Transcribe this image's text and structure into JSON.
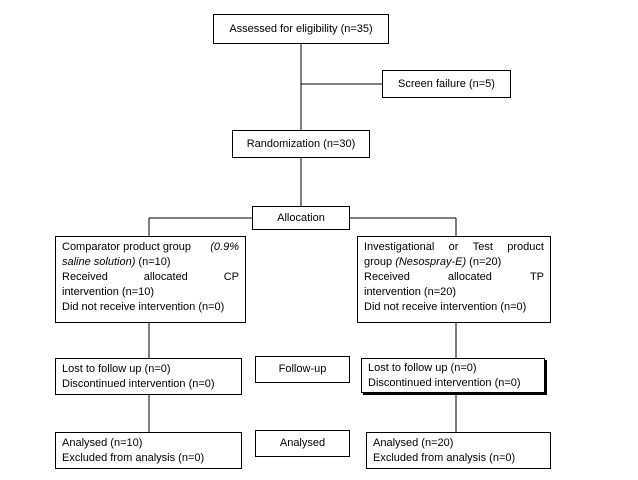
{
  "eligibility": "Assessed for eligibility (n=35)",
  "screen_failure": "Screen failure (n=5)",
  "randomization": "Randomization (n=30)",
  "allocation": "Allocation",
  "follow_up": "Follow-up",
  "analysed": "Analysed",
  "comparator": {
    "line1_a": "Comparator product group ",
    "line1_b": "(0.9%",
    "line2_a": "saline solution)",
    "line2_b": " (n=10)",
    "line3_a": "Received",
    "line3_b": "allocated",
    "line3_c": "CP",
    "line4": "intervention (n=10)",
    "line5": "Did not receive intervention (n=0)",
    "lost": "Lost to follow up (n=0)",
    "discontinued": "Discontinued intervention (n=0)",
    "analysed": "Analysed (n=10)",
    "excluded": "Excluded from analysis (n=0)"
  },
  "investigational": {
    "line1_a": "Investigational",
    "line1_b": "or",
    "line1_c": "Test",
    "line1_d": "product",
    "line2_a": "group ",
    "line2_b": "(Nesospray-E)",
    "line2_c": " (n=20)",
    "line3_a": "Received",
    "line3_b": "allocated",
    "line3_c": "TP",
    "line4": "intervention (n=20)",
    "line5": "Did not receive intervention (n=0)",
    "lost": "Lost to follow up (n=0)",
    "discontinued": "Discontinued intervention (n=0)",
    "analysed": "Analysed (n=20)",
    "excluded": "Excluded from analysis (n=0)"
  }
}
